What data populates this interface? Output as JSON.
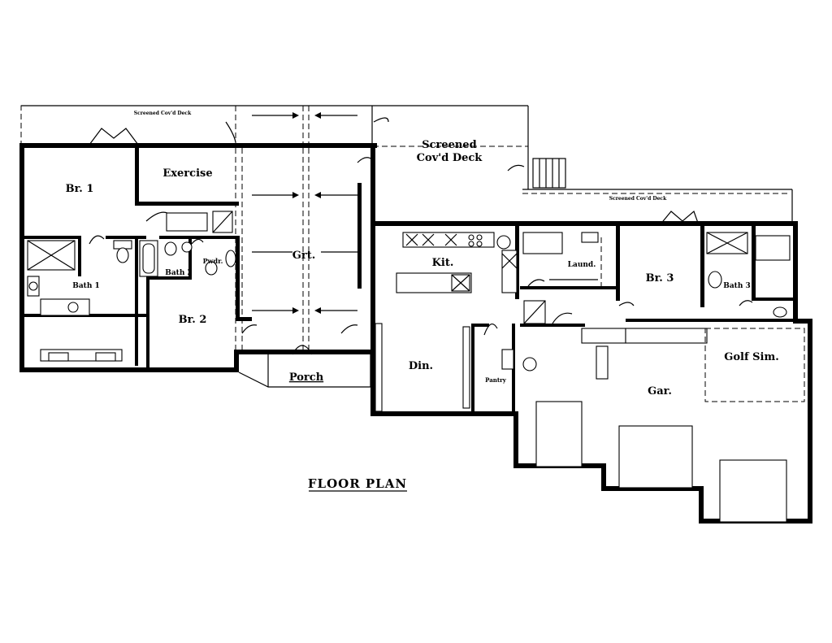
{
  "drawing": {
    "title": "FLOOR PLAN"
  },
  "rooms": {
    "screened_deck_small": "Screened Cov'd Deck",
    "screened_deck_large_line1": "Screened",
    "screened_deck_large_line2": "Cov'd Deck",
    "screened_deck_right": "Screened Cov'd Deck",
    "br1": "Br. 1",
    "exercise": "Exercise",
    "bath1": "Bath 1",
    "bath2": "Bath 2",
    "pwdr": "Pwdr.",
    "grt": "Grt.",
    "br2": "Br. 2",
    "porch": "Porch",
    "kit": "Kit.",
    "laund": "Laund.",
    "br3": "Br. 3",
    "bath3": "Bath 3",
    "din": "Din.",
    "pantry": "Pantry",
    "golf_sim": "Golf Sim.",
    "gar": "Gar."
  }
}
